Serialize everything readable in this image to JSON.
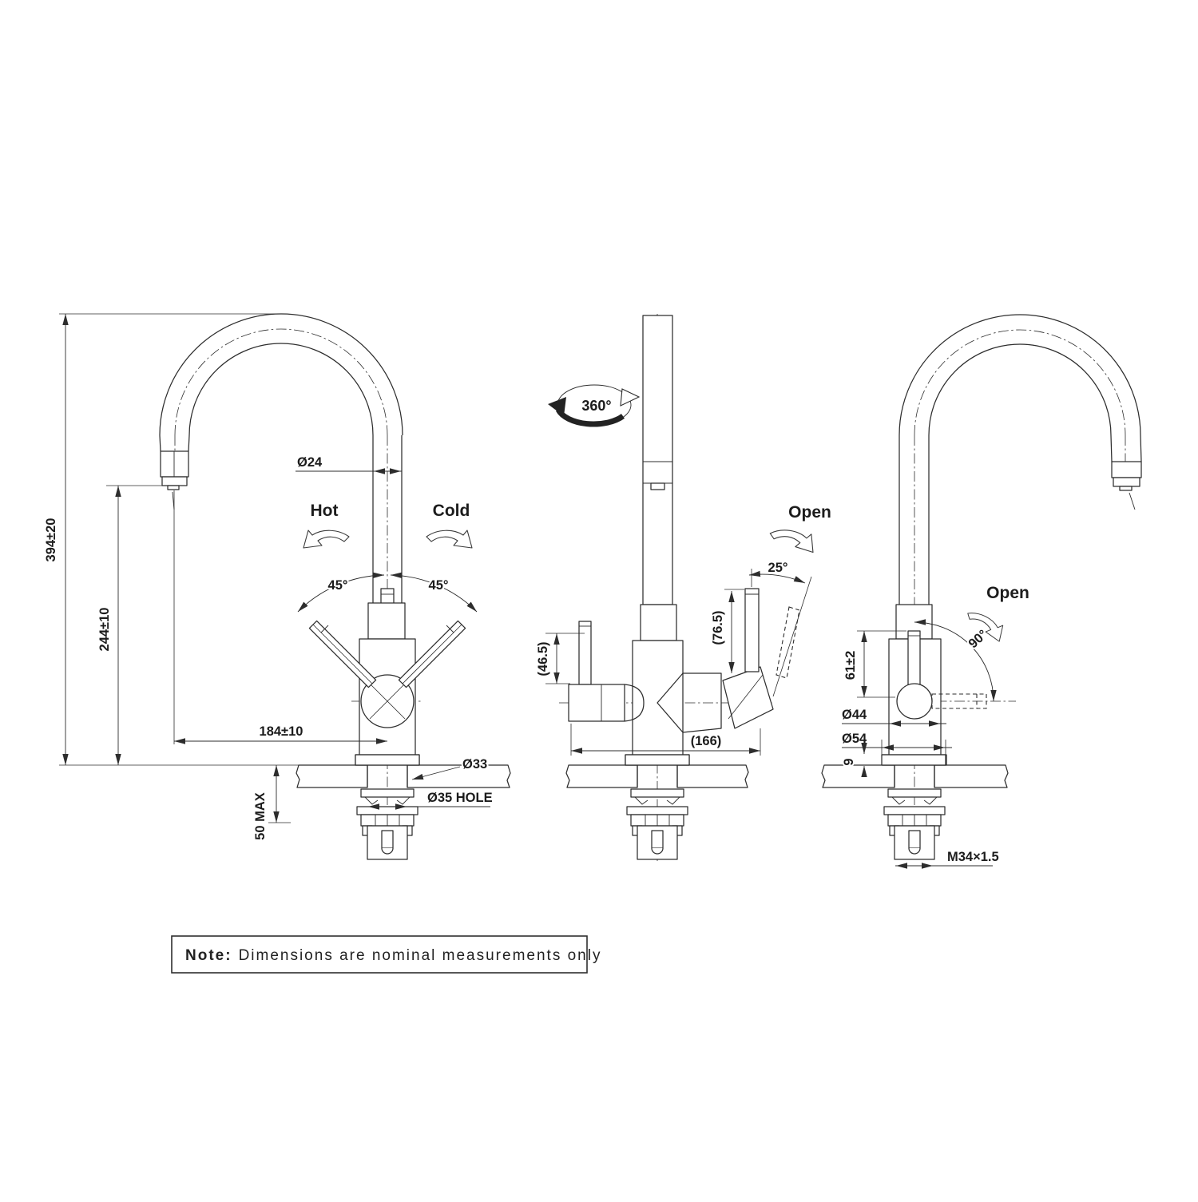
{
  "drawing": {
    "note_prefix": "Note:",
    "note_text": "Dimensions are nominal measurements only",
    "front_view": {
      "overall_height": "394±20",
      "spout_height": "244±10",
      "spout_reach": "184±10",
      "spout_diameter": "Ø24",
      "hot_label": "Hot",
      "cold_label": "Cold",
      "left_handle_angle": "45°",
      "right_handle_angle": "45°",
      "base_diameter": "Ø33",
      "hole_callout": "Ø35 HOLE",
      "max_counter_thickness": "50 MAX"
    },
    "side_view": {
      "swivel_angle": "360°",
      "open_label": "Open",
      "open_angle": "25°",
      "handle_height": "(76.5)",
      "side_handle_height": "(46.5)",
      "overall_depth": "(166)"
    },
    "rear_view": {
      "open_label": "Open",
      "open_angle": "90°",
      "handle_height": "61±2",
      "body_diameter": "Ø44",
      "flange_diameter": "Ø54",
      "flange_height": "9",
      "thread_spec": "M34×1.5"
    }
  }
}
